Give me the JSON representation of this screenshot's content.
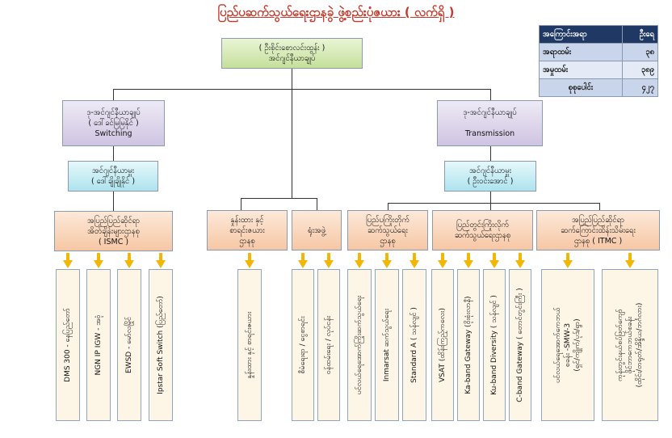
{
  "title": "ပြည်ပဆက်သွယ်ရေးဌာနခွဲ ဖွဲ့စည်းပုံဇယား ( လက်ရှိ )",
  "stats": {
    "header": [
      "အကြောင်းအရာ",
      "ဦးရေ"
    ],
    "rows": [
      {
        "label": "အရာထမ်း",
        "value": "၃၈"
      },
      {
        "label": "အမှုထမ်း",
        "value": "၃၈၉"
      },
      {
        "label": "စုစုပေါင်း",
        "value": "၄၂၇"
      }
    ]
  },
  "top": {
    "line1": "( ဦးစိုင်းစောလင်းထွန်း )",
    "line2": "အင်ဂျင်နီယာချုပ်"
  },
  "left_chief": {
    "line1": "ဒု-အင်ဂျင်နီယာချုပ်",
    "line2": "( ဒေါ်ခင်မြမြနိုင် )",
    "line3": "Switching"
  },
  "right_chief": {
    "line1": "ဒု-အင်ဂျင်နီယာချုပ်",
    "line2": "",
    "line3": "Transmission"
  },
  "left_eng": {
    "line1": "အင်ဂျင်နီယာမှူး",
    "line2": "( ဒေါ်ချိုချိုနိုင် )"
  },
  "right_eng": {
    "line1": "အင်ဂျင်နီယာမှူး",
    "line2": "( ဦးဝင်းအောင် )"
  },
  "units": [
    {
      "text": "အပြည်ပြည်ဆိုင်ရာ\nအိတ်ချိန်းများဌာနစု\n( ISMC )"
    },
    {
      "text": "နှုန်းထား နှင့်\nစာရင်းဇယား\nဌာနစု"
    },
    {
      "text": "ရုံးအဖွဲ့"
    },
    {
      "text": "ပြည်ပကြိုးတိုက်\nဆက်သွယ်ရေး\nဌာနစု"
    },
    {
      "text": "ပြည်တွင်းကြိုးလိုက်\nဆက်သွယ်ရေးဌာနစု"
    },
    {
      "text": "အပြည်ပြည်ဆိုင်ရာ\nဆက်ကြောင်းထိန်းသိမ်းရေး\nဌာနစု ( ITMC )"
    }
  ],
  "leaves": [
    "DMS 300 - နေပြည်တော်",
    "NGN IP IGW - အဝုံ",
    "EWSD - မော်လမြိုင်",
    "Ipstar Soft Switch (ပြည်တော်)",
    "နှုန်းထား နှင့် စာရင်းဇယား",
    "စီမံရေးရာ / ငွေစာရင်း",
    "ဝန်ထမ်းရေး / လုပ်ငန်း",
    "ပင်လယ်ရေအောက်ကြိုးဆက်သွယ်ရေး",
    "Inmarsat ဆက်သွယ်ရေး",
    "Standard A ( သန်လျင် )",
    "VSAT (ထိန်းကြည့်ကလေး)",
    "Ka-band Gateway (ဝိုးစုံးလာနီ)",
    "Ku-band Diversity ( သန်လျင် )",
    "C-band Gateway ( တောင်တွင်းကြီး )",
    "ပင်လယ်ရေအောက်ကေဘယ်|စခန်း -SMW-3|(ရှင်/ကျိုက်/ပုဒ်/ရွာ)",
    "ကုန်းတွင်းနယ်စပ်ဖြတ်ကျော်|ဖိုင်ဘာကေဘယ်စခန်း|(ထိုင်း/တရုတ်/အိန္ဒိယ/ဘင်္ဂလား)"
  ]
}
